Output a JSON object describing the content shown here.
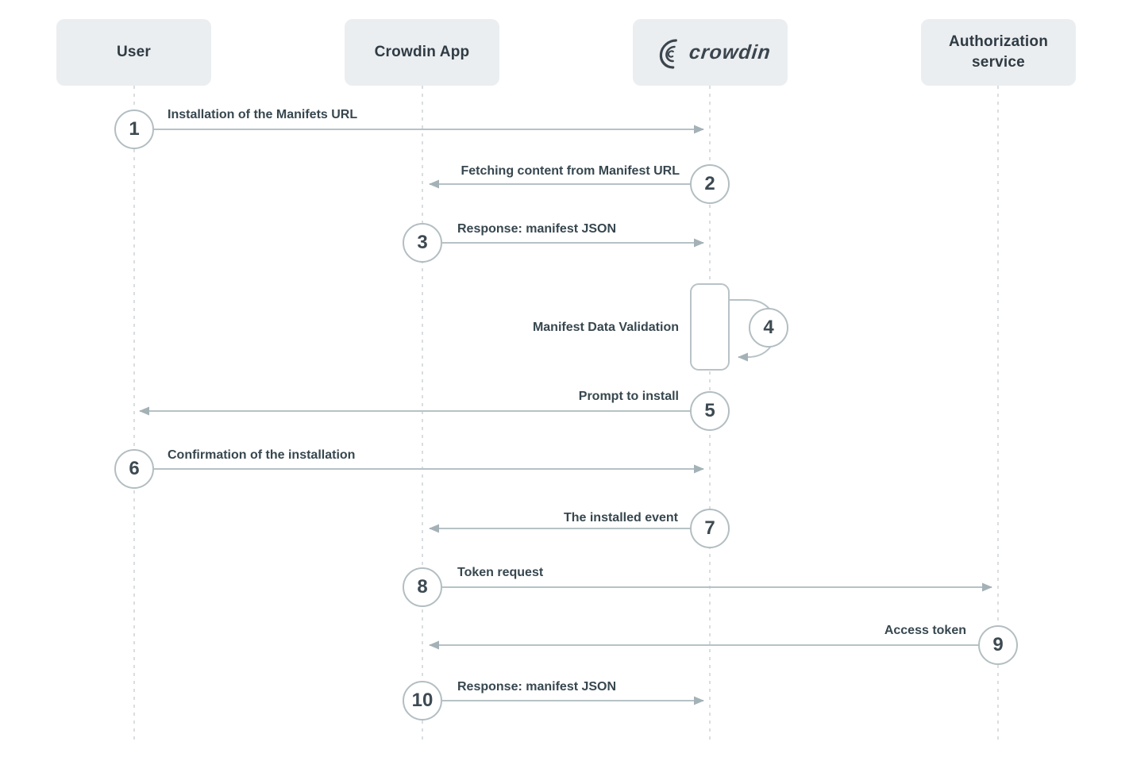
{
  "diagram": {
    "title_hint": "Crowdin app installation sequence",
    "actors": [
      {
        "label": "User"
      },
      {
        "label": "Crowdin App"
      },
      {
        "label": "crowdin"
      },
      {
        "label": "Authorization service"
      }
    ],
    "messages": [
      {
        "step": "1",
        "label": "Installation of the Manifets URL",
        "from": "User",
        "to": "crowdin"
      },
      {
        "step": "2",
        "label": "Fetching content from Manifest URL",
        "from": "crowdin",
        "to": "Crowdin App"
      },
      {
        "step": "3",
        "label": "Response: manifest JSON",
        "from": "Crowdin App",
        "to": "crowdin"
      },
      {
        "step": "4",
        "label": "Manifest Data Validation",
        "from": "crowdin",
        "to": "crowdin"
      },
      {
        "step": "5",
        "label": "Prompt to install",
        "from": "crowdin",
        "to": "User"
      },
      {
        "step": "6",
        "label": "Confirmation of the installation",
        "from": "User",
        "to": "crowdin"
      },
      {
        "step": "7",
        "label": "The installed event",
        "from": "crowdin",
        "to": "Crowdin App"
      },
      {
        "step": "8",
        "label": "Token request",
        "from": "Crowdin App",
        "to": "Authorization service"
      },
      {
        "step": "9",
        "label": "Access token",
        "from": "Authorization service",
        "to": "Crowdin App"
      },
      {
        "step": "10",
        "label": "Response: manifest JSON",
        "from": "Crowdin App",
        "to": "crowdin"
      }
    ],
    "colors": {
      "actor_box_bg": "#ebeef0",
      "actor_text": "#2f3b44",
      "lifeline": "#ced6da",
      "arrow_line": "#b6c2c6",
      "arrowhead": "#a4b2b7",
      "circle_border": "#b3bec2",
      "circle_number": "#3d4a52",
      "label_text": "#37474f",
      "logo_ink": "#3b454e"
    }
  }
}
